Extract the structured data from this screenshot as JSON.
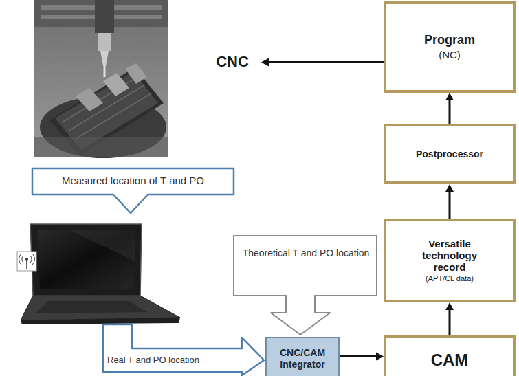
{
  "diagram": {
    "nodes": [
      {
        "text": [
          "Program",
          "(NC)"
        ]
      },
      {
        "text": [
          "Postprocessor"
        ]
      },
      {
        "text": [
          "Versatile technology record",
          "(APT/CL data)"
        ]
      },
      {
        "text": [
          "CAM"
        ]
      },
      {
        "text": [
          "CNC/CAM Integrator"
        ]
      },
      {
        "text": [
          "CNC"
        ]
      }
    ],
    "edges": [
      {
        "from": 0,
        "to": 5,
        "arrow": "to"
      },
      {
        "from": 1,
        "to": 0,
        "arrow": "to"
      },
      {
        "from": 2,
        "to": 1,
        "arrow": "to"
      },
      {
        "from": 3,
        "to": 2,
        "arrow": "to"
      },
      {
        "from": 4,
        "to": 3,
        "arrow": "to"
      }
    ],
    "labels": [
      "Measured location of T and PO",
      "Theoretical T and PO location",
      "Real T and PO location"
    ]
  }
}
